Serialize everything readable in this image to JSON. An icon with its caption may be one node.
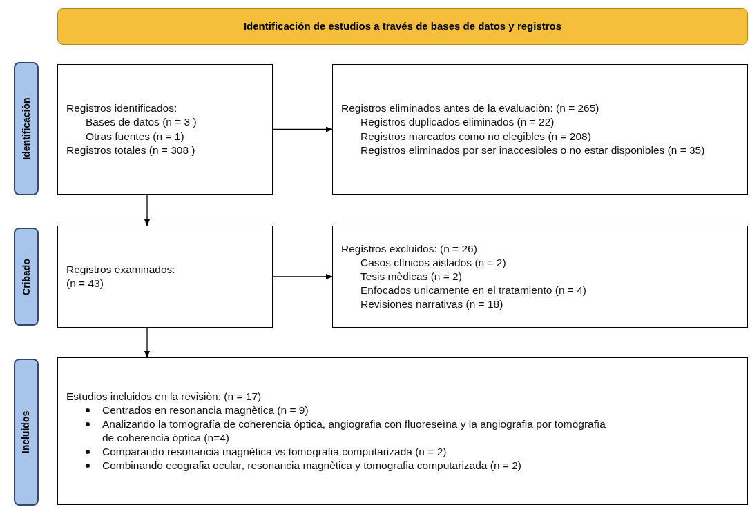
{
  "diagram": {
    "nodes": [
      {
        "text": [
          "Identificación de estudios a través de bases de datos y registros"
        ]
      },
      {
        "text": [
          "Identificaciòn"
        ]
      },
      {
        "text": [
          "Registros identificados:",
          "Bases de datos (n = 3 )",
          "Otras fuentes (n = 1)",
          "Registros totales (n = 308 )"
        ]
      },
      {
        "text": [
          "Registros eliminados antes de la evaluaciòn: (n = 265)",
          "Registros duplicados eliminados  (n = 22)",
          "Registros marcados como no elegibles (n = 208)",
          "Registros eliminados por ser inaccesibles o no estar disponibles (n = 35)"
        ]
      },
      {
        "text": [
          "Cribado"
        ]
      },
      {
        "text": [
          "Registros examinados: (n = 43)"
        ]
      },
      {
        "text": [
          "Registros excluidos: (n = 26)",
          "Casos clìnicos aislados (n = 2)",
          "Tesis mèdicas (n = 2)",
          "Enfocados unicamente en el tratamiento (n = 4)",
          "Revisiones narrativas (n = 18)"
        ]
      },
      {
        "text": [
          "Incluidos"
        ]
      },
      {
        "text": [
          "Estudios incluidos en la revisiòn: (n = 17)",
          "Centrados en resonancia magnètica  (n = 9)",
          "Analizando la tomografía de coherencia óptica, angiografia con fluoreseìna y la angiografia por tomografìa de coherencia òptica (n=4)",
          "Comparando resonancia magnètica vs tomografia computarizada  (n = 2)",
          "Combinando ecografia ocular, resonancia magnètica y tomografia computarizada  (n = 2)"
        ]
      }
    ],
    "edges": [
      {
        "from": 2,
        "to": 3,
        "arrow": "to"
      },
      {
        "from": 2,
        "to": 5,
        "arrow": "to"
      },
      {
        "from": 5,
        "to": 6,
        "arrow": "to"
      },
      {
        "from": 5,
        "to": 8,
        "arrow": "to"
      }
    ]
  }
}
